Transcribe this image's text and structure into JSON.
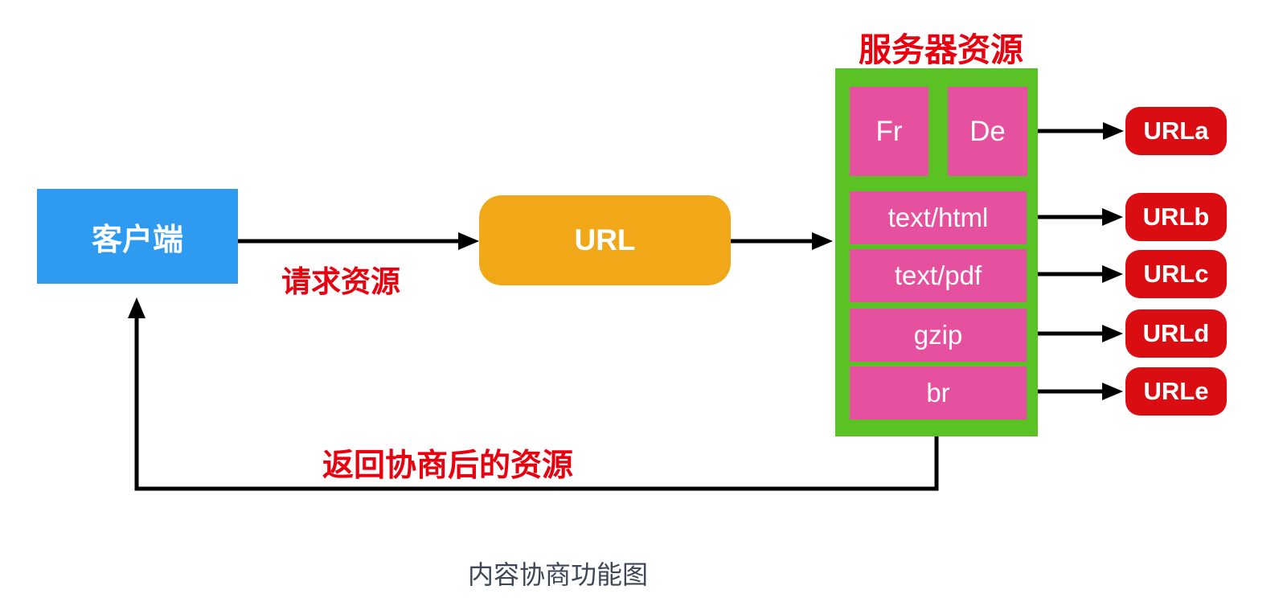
{
  "caption": "内容协商功能图",
  "client": {
    "label": "客户端"
  },
  "url_node": {
    "label": "URL"
  },
  "labels": {
    "request": "请求资源",
    "return": "返回协商后的资源"
  },
  "server": {
    "title": "服务器资源",
    "variants": [
      "Fr",
      "De"
    ],
    "resources": [
      "text/html",
      "text/pdf",
      "gzip",
      "br"
    ]
  },
  "results": [
    "URLa",
    "URLb",
    "URLc",
    "URLd",
    "URLe"
  ],
  "colors": {
    "client_box": "#2E9BF1",
    "url_box": "#F0A818",
    "server_container": "#5BC226",
    "resource_box": "#E6519F",
    "result_box": "#D90D12",
    "accent_text": "#E8000F",
    "caption_text": "#3D4757",
    "arrow": "#000000"
  }
}
